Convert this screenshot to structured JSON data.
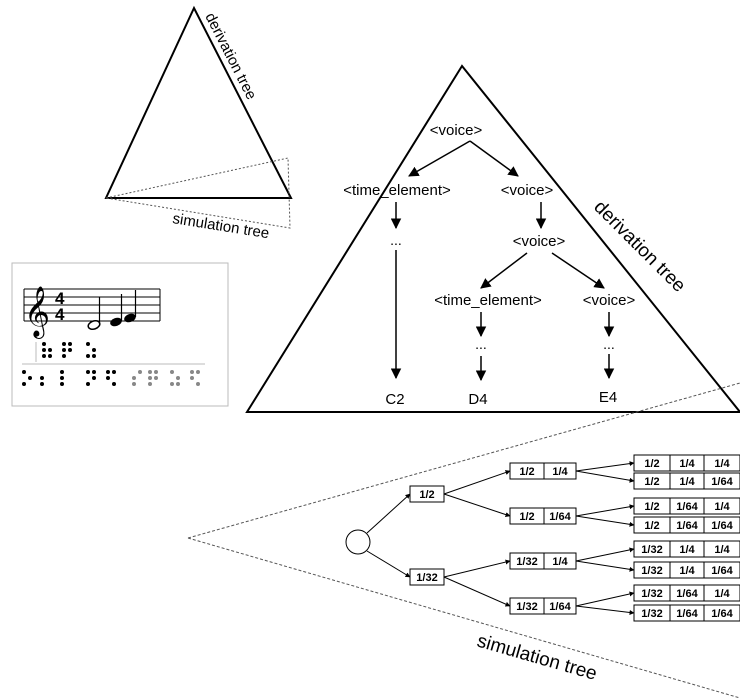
{
  "small_tree": {
    "derivation_label": "derivation tree",
    "simulation_label": "simulation tree"
  },
  "derivation": {
    "label": "derivation tree",
    "nodes": {
      "root": "<voice>",
      "time_element_1": "<time_element>",
      "voice_1": "<voice>",
      "voice_2": "<voice>",
      "time_element_2": "<time_element>",
      "voice_3": "<voice>"
    },
    "ellipses": [
      "...",
      "...",
      "..."
    ],
    "leaves": [
      "C2",
      "D4",
      "E4"
    ]
  },
  "notation": {
    "time_signature_top": "4",
    "time_signature_bottom": "4"
  },
  "simulation": {
    "label": "simulation tree",
    "level1": [
      [
        "1/2"
      ],
      [
        "1/32"
      ]
    ],
    "level2": [
      [
        "1/2",
        "1/4"
      ],
      [
        "1/2",
        "1/64"
      ],
      [
        "1/32",
        "1/4"
      ],
      [
        "1/32",
        "1/64"
      ]
    ],
    "level3": [
      [
        "1/2",
        "1/4",
        "1/4"
      ],
      [
        "1/2",
        "1/4",
        "1/64"
      ],
      [
        "1/2",
        "1/64",
        "1/4"
      ],
      [
        "1/2",
        "1/64",
        "1/64"
      ],
      [
        "1/32",
        "1/4",
        "1/4"
      ],
      [
        "1/32",
        "1/4",
        "1/64"
      ],
      [
        "1/32",
        "1/64",
        "1/4"
      ],
      [
        "1/32",
        "1/64",
        "1/64"
      ]
    ]
  }
}
